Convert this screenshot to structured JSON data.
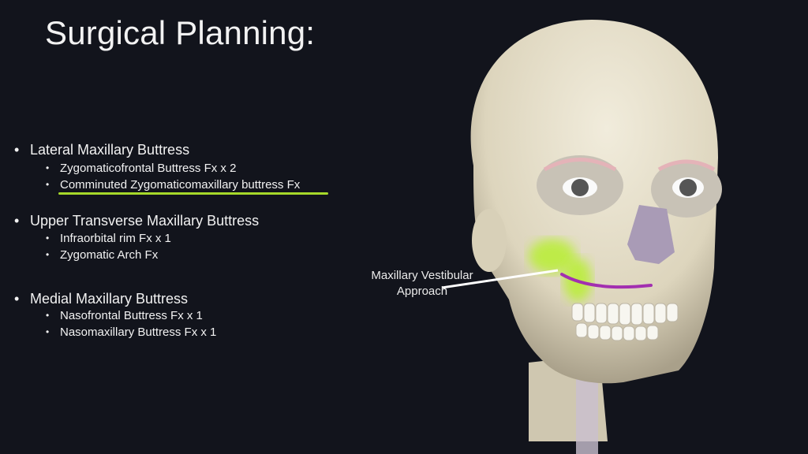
{
  "title": "Surgical Planning:",
  "sections": [
    {
      "heading": "Lateral Maxillary Buttress",
      "items": [
        "Zygomaticofrontal Buttress Fx x 2",
        "Comminuted Zygomaticomaxillary buttress Fx"
      ]
    },
    {
      "heading": "Upper Transverse Maxillary Buttress",
      "items": [
        "Infraorbital rim Fx x 1",
        "Zygomatic Arch Fx"
      ]
    },
    {
      "heading": "Medial Maxillary Buttress",
      "items": [
        "Nasofrontal Buttress Fx x 1",
        "Nasomaxillary Buttress Fx x 1"
      ]
    }
  ],
  "annotation": {
    "line1": "Maxillary Vestibular",
    "line2": "Approach"
  },
  "colors": {
    "background": "#12141c",
    "highlight_green": "#a6d92a",
    "incision_purple": "#a22fb0",
    "bone": "#e6e0cc"
  }
}
